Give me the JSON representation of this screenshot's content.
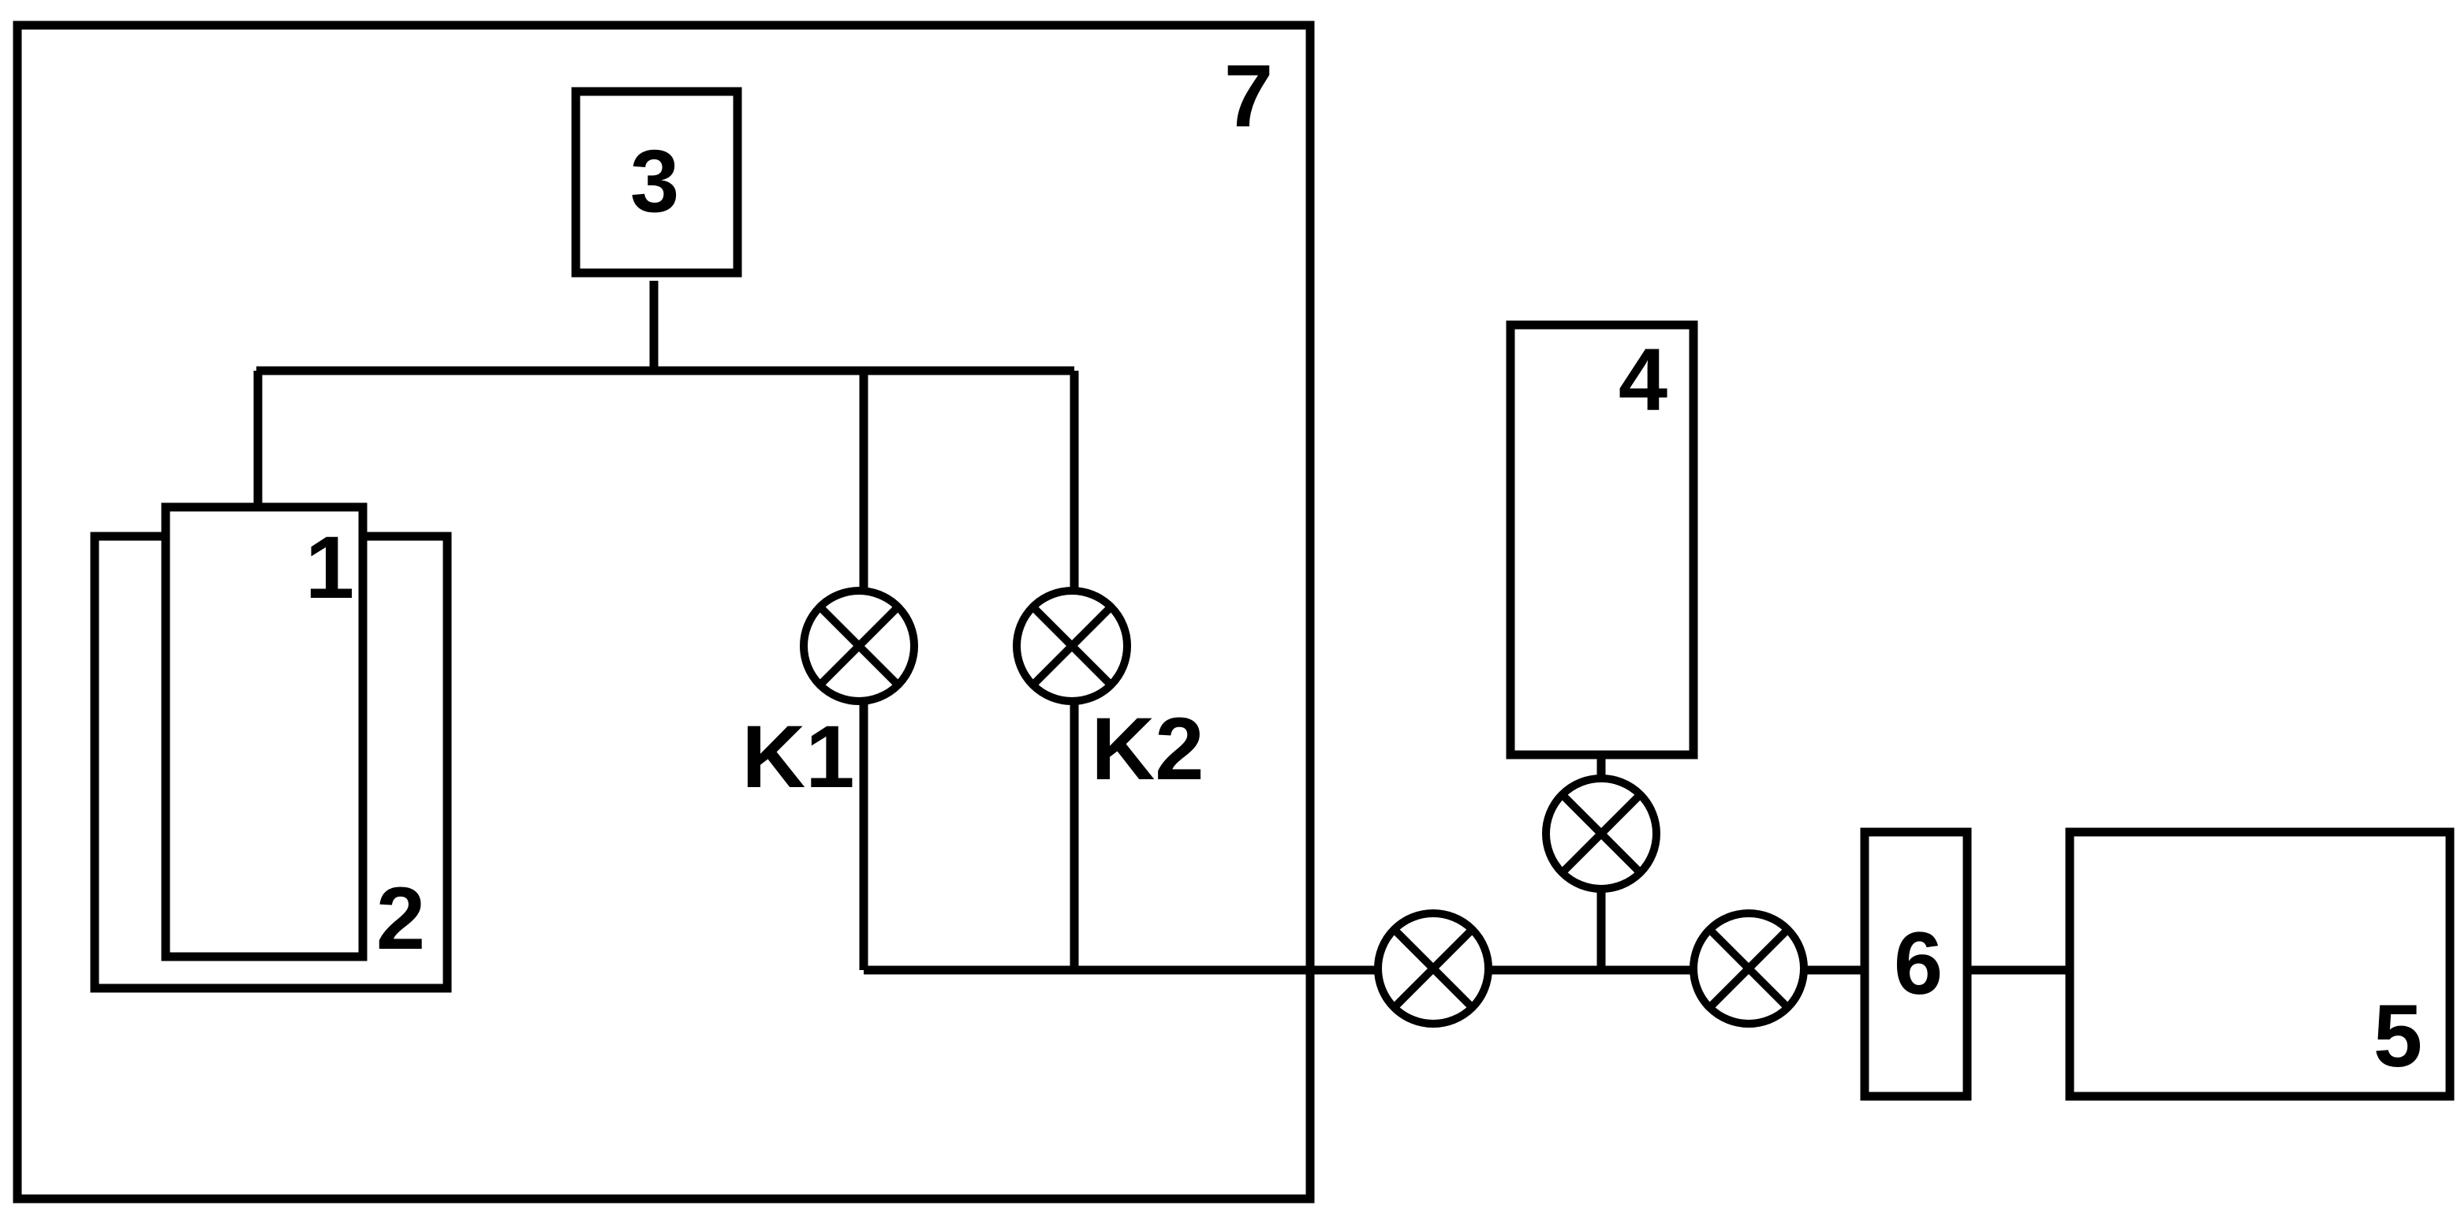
{
  "labels": {
    "sample_vessel": "1",
    "outer_vessel": "2",
    "top_unit": "3",
    "tank": "4",
    "right_unit": "5",
    "middle_unit": "6",
    "enclosure": "7",
    "valve_k1": "K1",
    "valve_k2": "K2"
  },
  "colors": {
    "stroke": "#000000",
    "background": "#ffffff"
  },
  "icons": {
    "valve": "valve-circle-x-icon"
  }
}
